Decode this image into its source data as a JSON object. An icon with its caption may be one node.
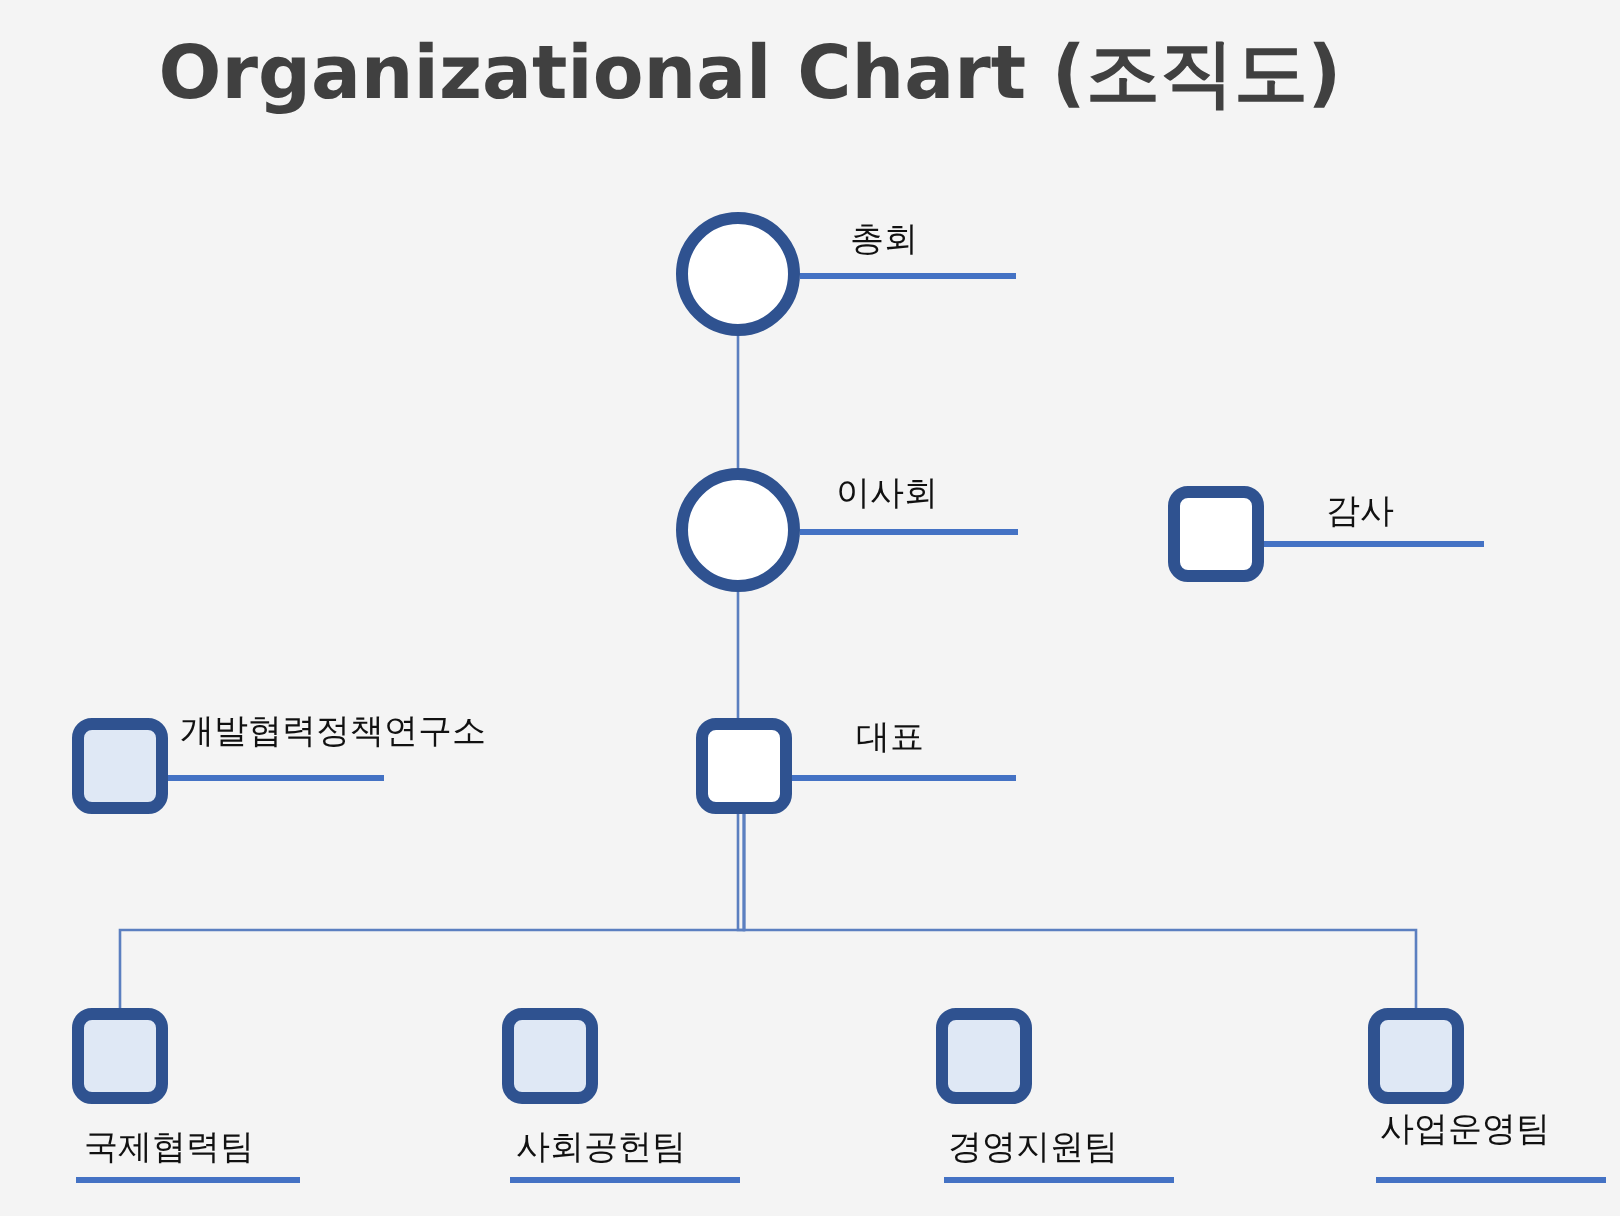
{
  "diagram": {
    "title": "Organizational Chart (조직도)",
    "nodes": [
      {
        "text": [],
        "shape": "circle",
        "beside": [
          "총회"
        ]
      },
      {
        "text": [],
        "shape": "circle",
        "beside": [
          "이사회"
        ]
      },
      {
        "text": [],
        "shape": "box",
        "beside": [
          "감사"
        ]
      },
      {
        "text": [],
        "shape": "box",
        "beside": [
          "개발협력정책연구소"
        ]
      },
      {
        "text": [],
        "shape": "box",
        "beside": [
          "대표"
        ]
      },
      {
        "text": [],
        "shape": "box",
        "beside": [
          "국제협력팀"
        ]
      },
      {
        "text": [],
        "shape": "box",
        "beside": [
          "사회공헌팀"
        ]
      },
      {
        "text": [],
        "shape": "box",
        "beside": [
          "경영지원팀"
        ]
      },
      {
        "text": [],
        "shape": "box",
        "beside": [
          "사업운영팀"
        ]
      }
    ],
    "edges": [
      {
        "from": 0,
        "to": 1,
        "arrow": "none"
      },
      {
        "from": 1,
        "to": 4,
        "arrow": "none"
      },
      {
        "from": 4,
        "to": 5,
        "arrow": "none"
      },
      {
        "from": 4,
        "to": 8,
        "arrow": "none"
      }
    ]
  }
}
